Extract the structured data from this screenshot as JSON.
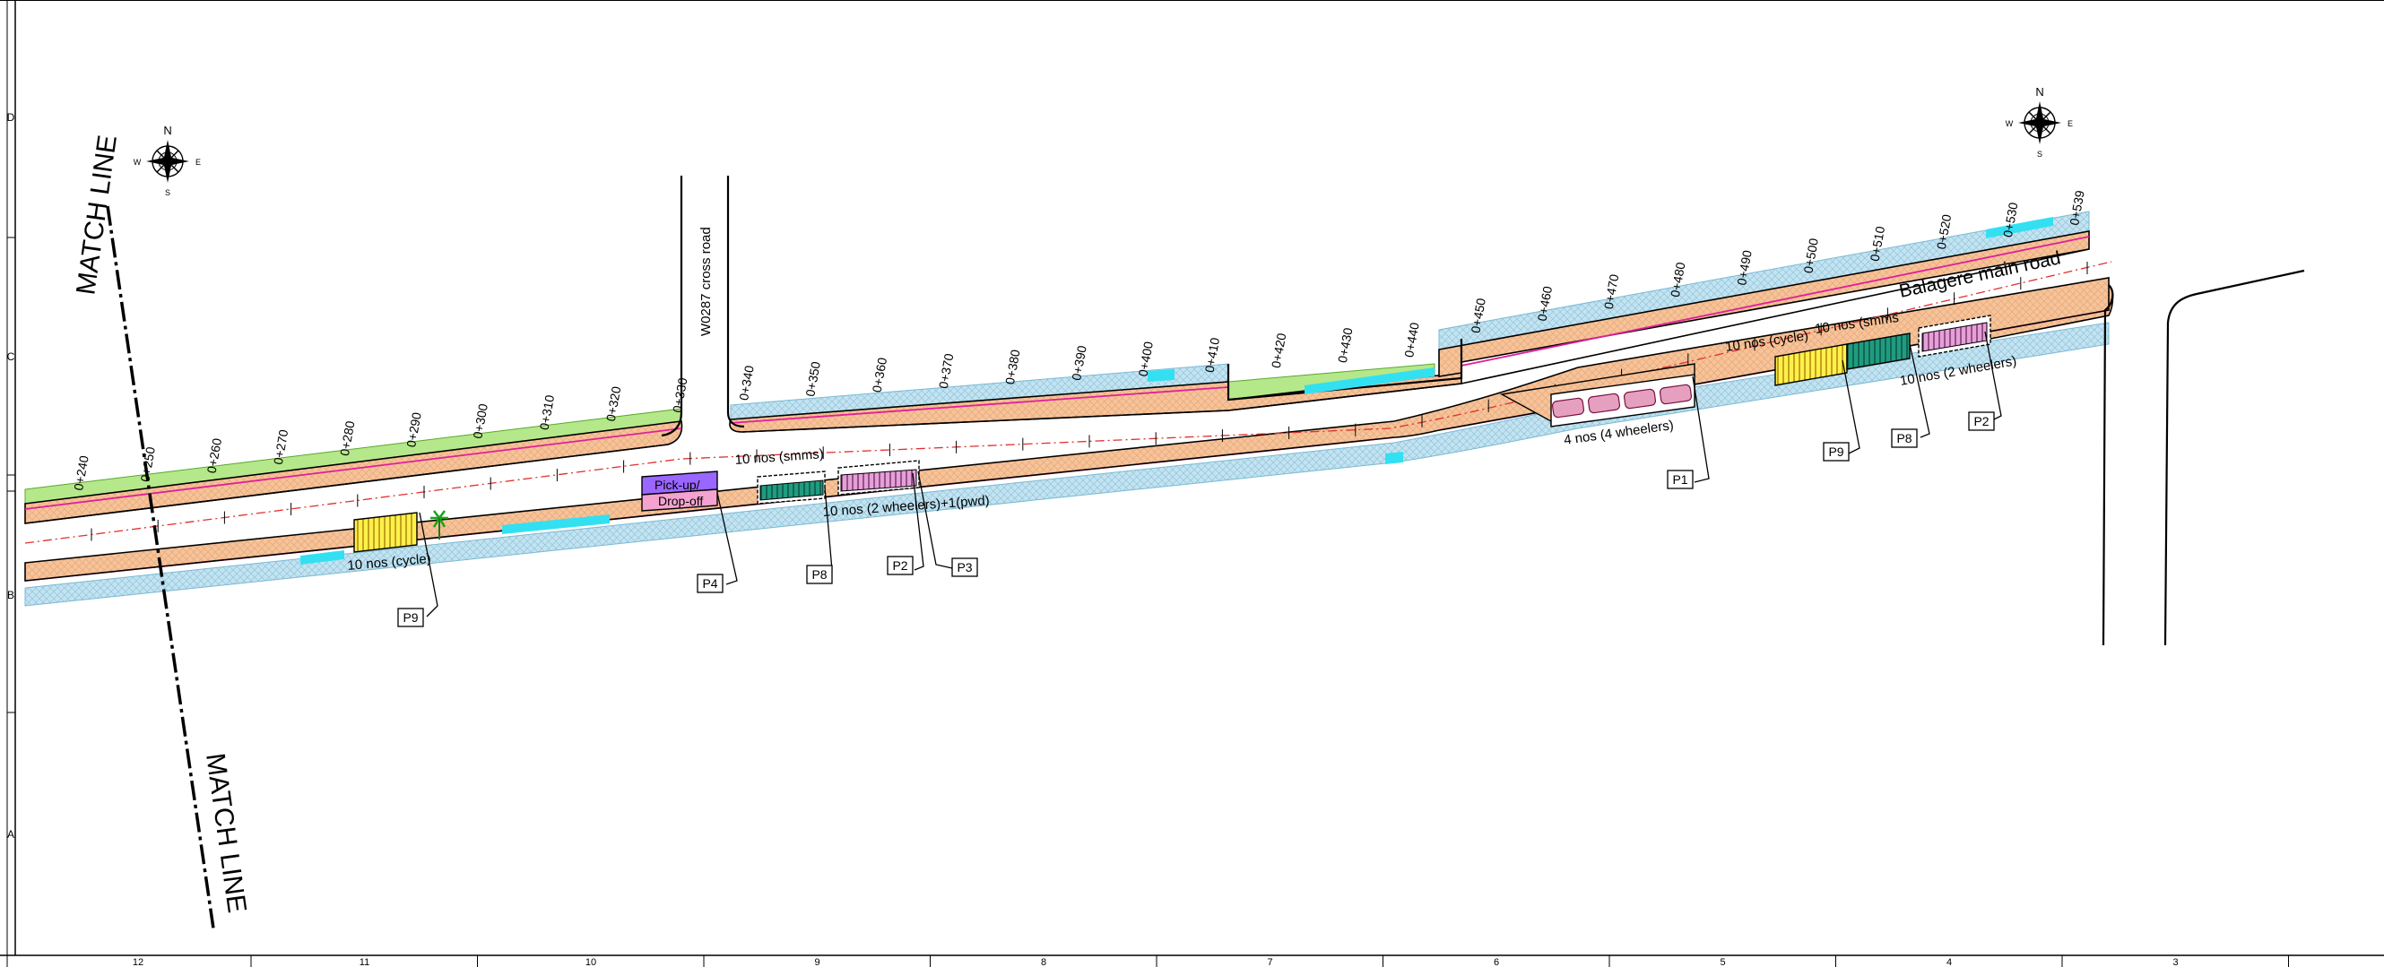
{
  "sheet": {
    "column_labels": [
      "12",
      "11",
      "10",
      "9",
      "8",
      "7",
      "6",
      "5",
      "4",
      "3"
    ],
    "row_labels": [
      "D",
      "C",
      "B",
      "A"
    ]
  },
  "match_line": {
    "top": "MATCH LINE",
    "bottom": "MATCH LINE"
  },
  "compass": {
    "n": "N",
    "s": "S",
    "e": "E",
    "w": "W"
  },
  "roads": {
    "cross_road": "W0287 cross road",
    "main_road": "Balagere main road"
  },
  "chainages": [
    "0+240",
    "0+250",
    "0+260",
    "0+270",
    "0+280",
    "0+290",
    "0+300",
    "0+310",
    "0+320",
    "0+330",
    "0+340",
    "0+350",
    "0+360",
    "0+370",
    "0+380",
    "0+390",
    "0+400",
    "0+410",
    "0+420",
    "0+430",
    "0+440",
    "0+450",
    "0+460",
    "0+470",
    "0+480",
    "0+490",
    "0+500",
    "0+510",
    "0+520",
    "0+530",
    "0+539"
  ],
  "parking_notes": {
    "cycle_west": "10 nos (cycle)",
    "smms_west": "10 nos (smms)",
    "two_wheelers_pwd": "10 nos (2 wheelers)+1(pwd)",
    "four_wheelers": "4 nos (4 wheelers)",
    "cycle_east": "10 nos (cycle)",
    "smms_east": "10 nos (smms",
    "two_wheelers_east": "10 nos (2 wheelers)"
  },
  "pickup": {
    "line1": "Pick-up/",
    "line2": "Drop-off"
  },
  "callouts": [
    "P9",
    "P4",
    "P8",
    "P2",
    "P3",
    "P1",
    "P9",
    "P8",
    "P2"
  ],
  "colors": {
    "footpath_orange": "#f7c39a",
    "buffer_blue": "#a9d7ea",
    "green_verge": "#b5e88a",
    "cyan_patch": "#33e0f2",
    "pink_edge": "#e0209a",
    "centerline_red": "#e03030",
    "pickup_purple": "#9966ff"
  }
}
